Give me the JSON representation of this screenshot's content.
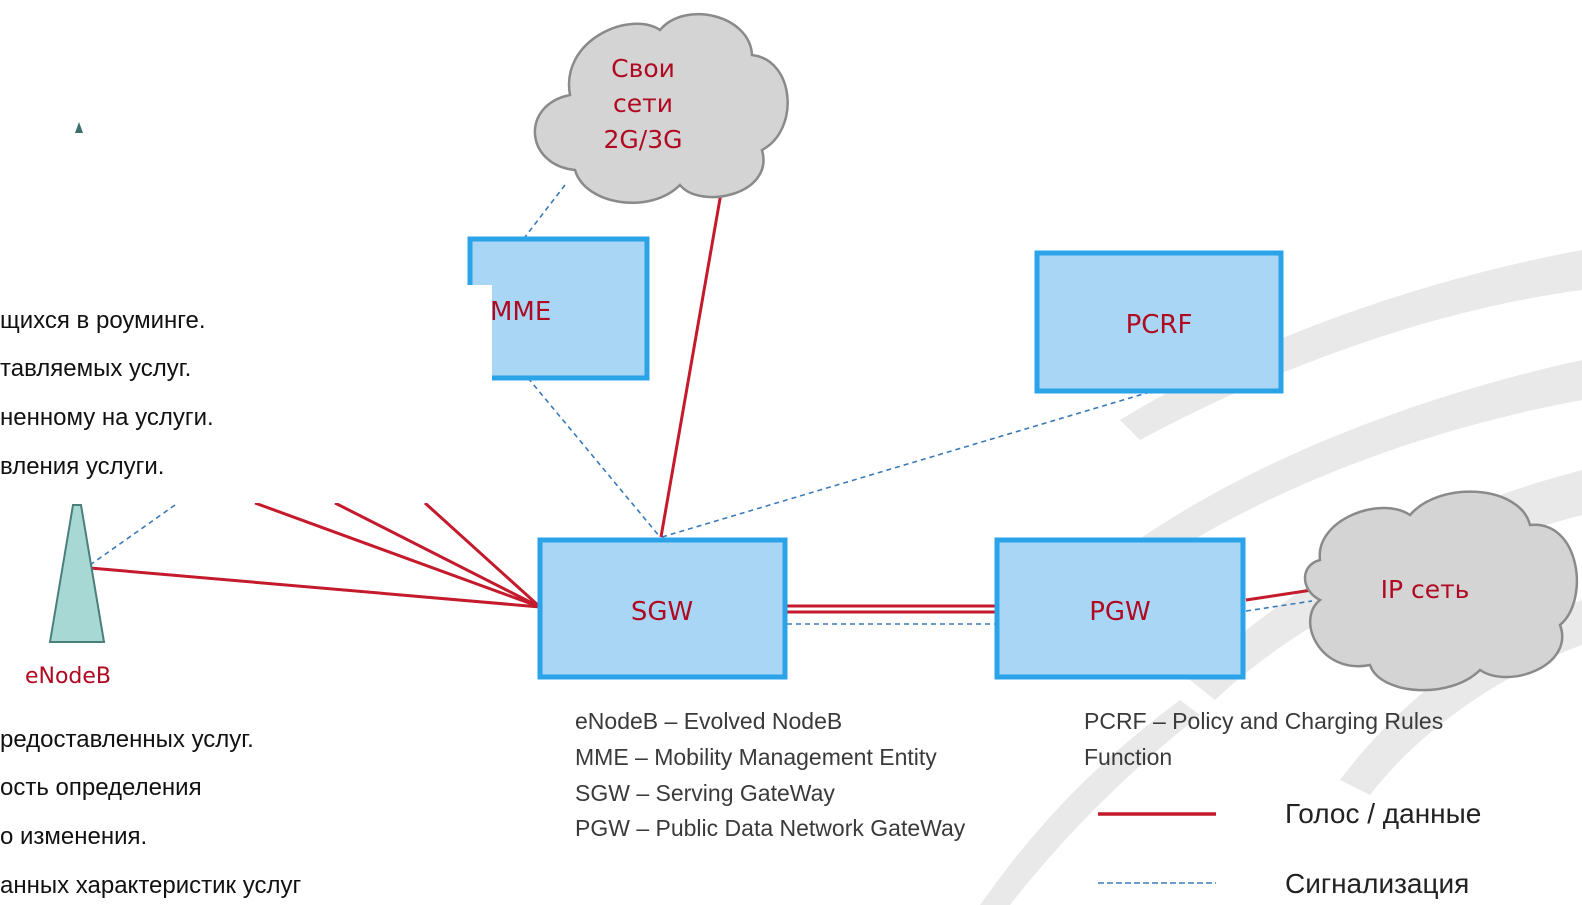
{
  "side_text_top": [
    "щихся в роуминге.",
    "тавляемых услуг.",
    "ненному на услуги.",
    "вления услуги."
  ],
  "side_text_bottom": [
    "редоставленных услуг.",
    "ость определения",
    "о изменения.",
    "анных характеристик услуг"
  ],
  "nodes": {
    "mme": "MME",
    "pcrf": "PCRF",
    "sgw": "SGW",
    "pgw": "PGW"
  },
  "clouds": {
    "own_networks": [
      "Свои",
      "сети",
      "2G/3G"
    ],
    "ip_network": "IP сеть"
  },
  "enodeb_label": "eNodeB",
  "abbreviations": {
    "left": [
      "eNodeB – Evolved NodeB",
      "MME – Mobility Management Entity",
      "SGW – Serving GateWay",
      "PGW – Public Data Network GateWay"
    ],
    "right": [
      "PCRF – Policy and Charging Rules",
      "Function"
    ]
  },
  "legend": {
    "voice_data": "Голос / данные",
    "signaling": "Сигнализация"
  },
  "colors": {
    "voice_line": "#c41a2c",
    "signaling_line": "#3b7ab8",
    "box_fill": "#a9d6f5",
    "box_border": "#2aa3e8",
    "label_red": "#b00a22"
  }
}
